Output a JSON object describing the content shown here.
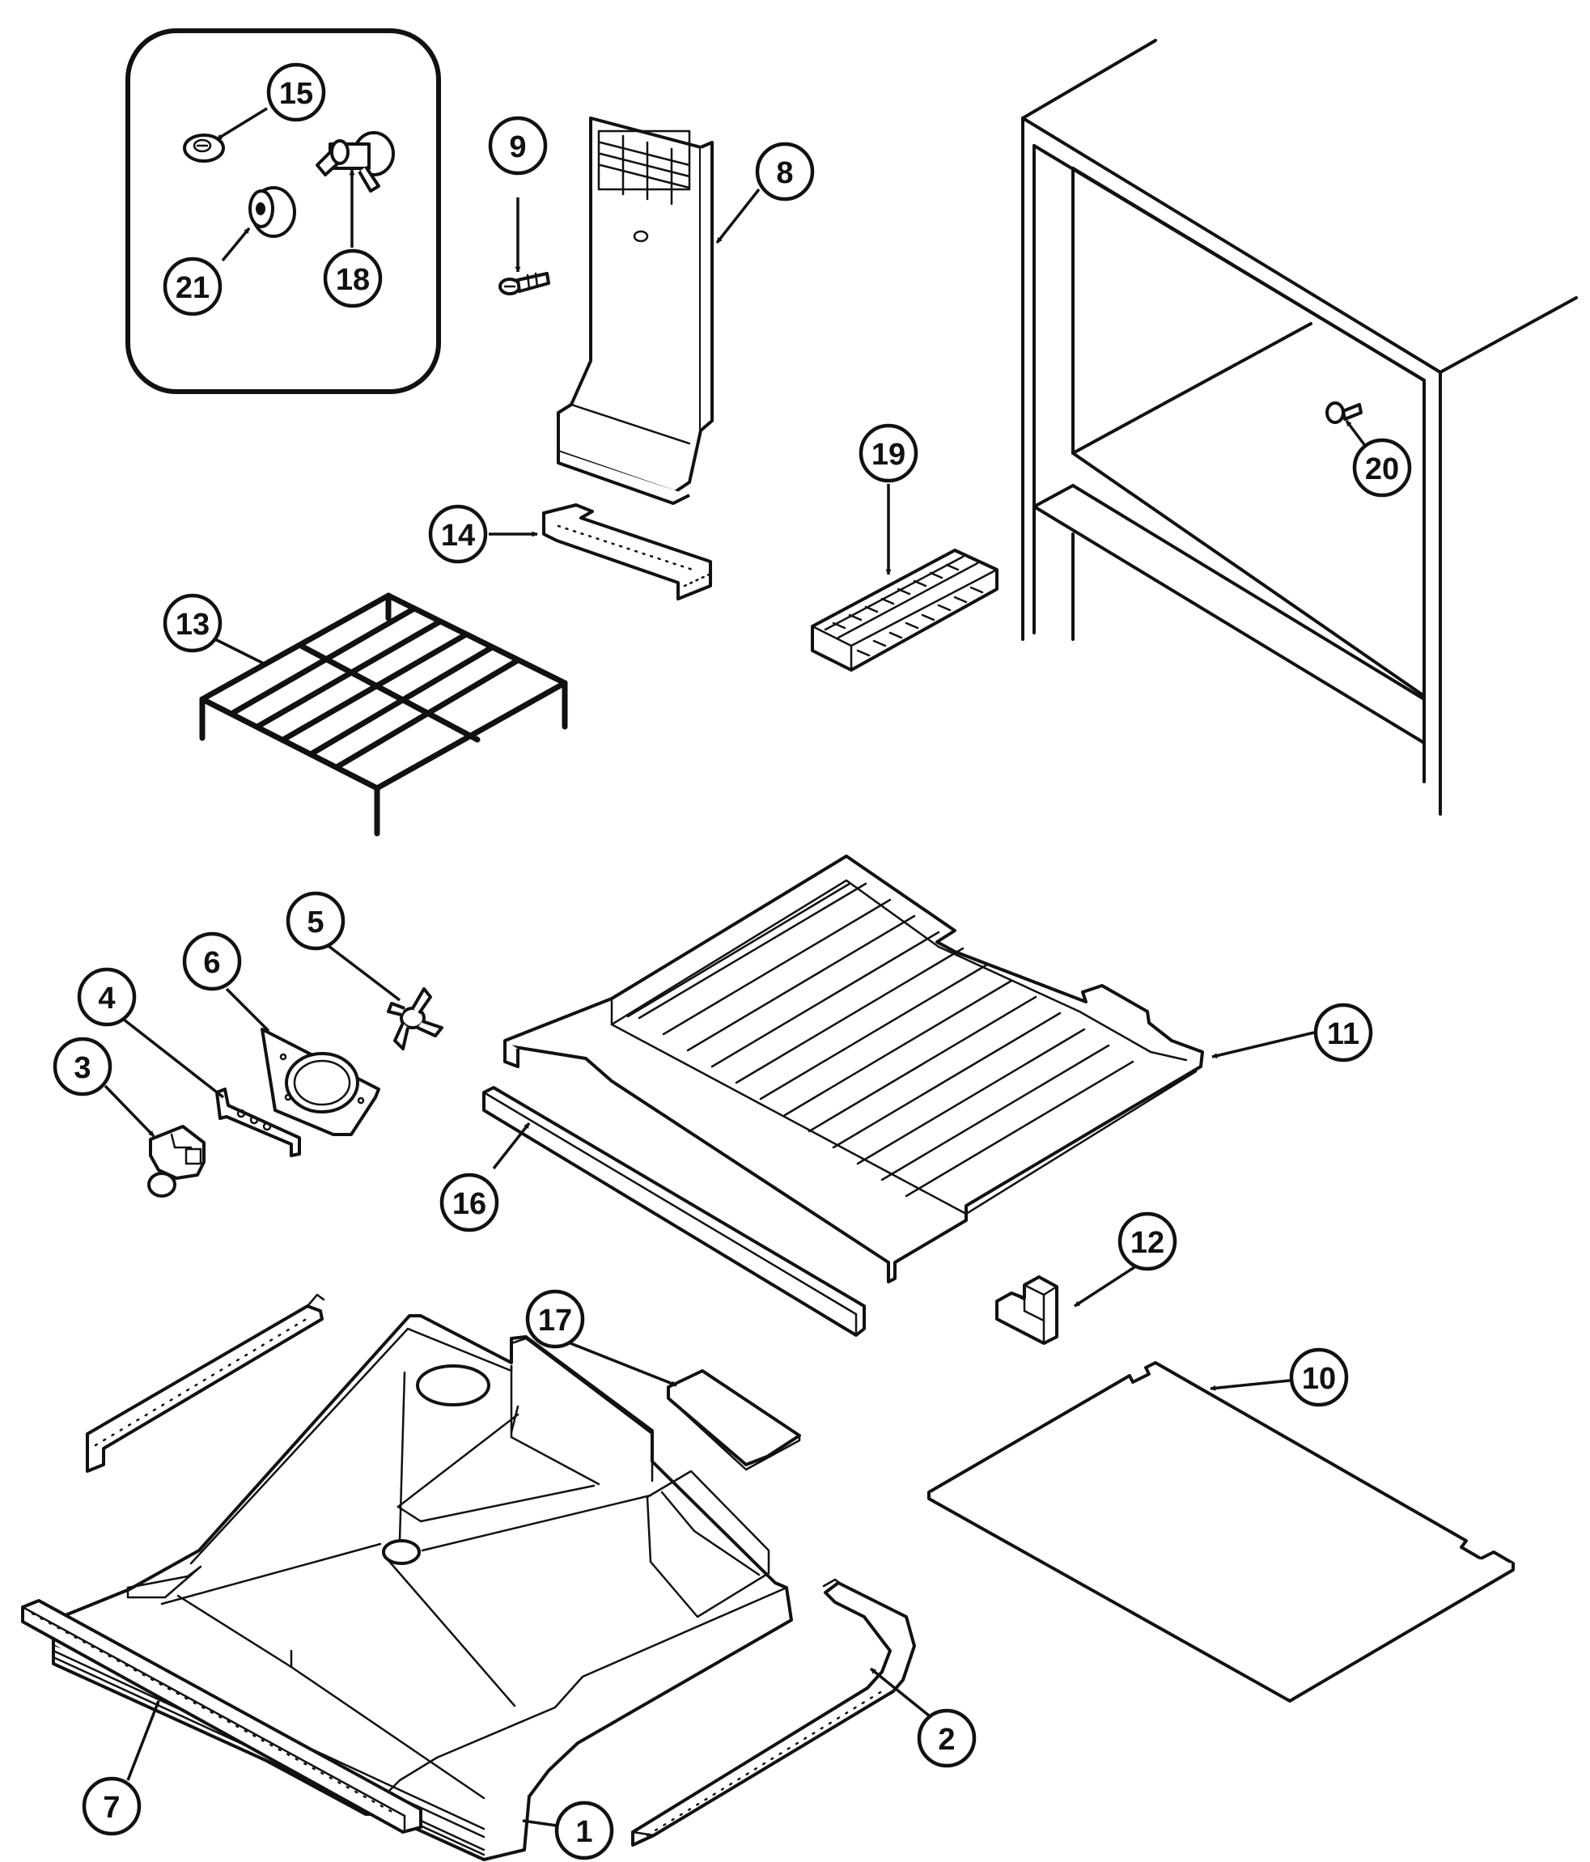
{
  "diagram": {
    "callouts": [
      {
        "number": "1",
        "part": "1"
      },
      {
        "number": "2",
        "part": "2"
      },
      {
        "number": "3",
        "part": "3"
      },
      {
        "number": "4",
        "part": "4"
      },
      {
        "number": "5",
        "part": "5"
      },
      {
        "number": "6",
        "part": "6"
      },
      {
        "number": "7",
        "part": "7"
      },
      {
        "number": "8",
        "part": "8"
      },
      {
        "number": "9",
        "part": "9"
      },
      {
        "number": "10",
        "part": "10"
      },
      {
        "number": "11",
        "part": "11"
      },
      {
        "number": "12",
        "part": "12"
      },
      {
        "number": "13",
        "part": "13"
      },
      {
        "number": "14",
        "part": "14"
      },
      {
        "number": "15",
        "part": "15"
      },
      {
        "number": "16",
        "part": "16"
      },
      {
        "number": "17",
        "part": "17"
      },
      {
        "number": "18",
        "part": "18"
      },
      {
        "number": "19",
        "part": "19"
      },
      {
        "number": "20",
        "part": "20"
      },
      {
        "number": "21",
        "part": "21"
      }
    ]
  }
}
